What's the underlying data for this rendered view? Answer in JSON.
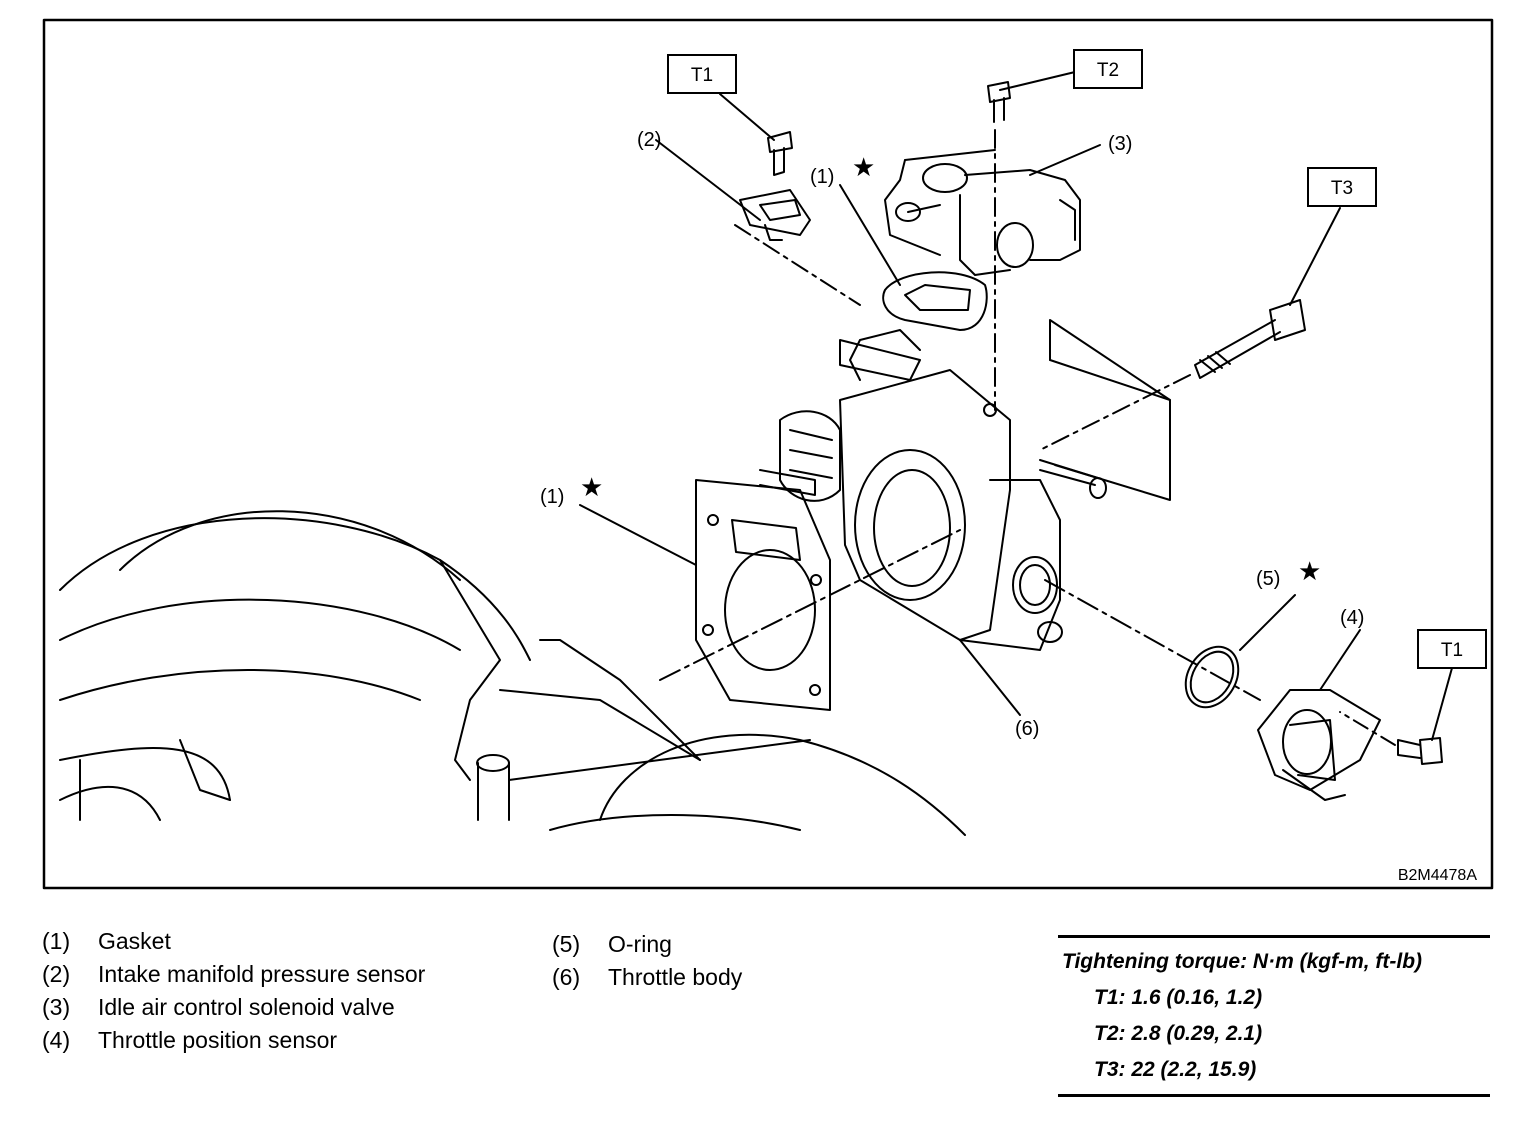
{
  "diagram": {
    "code": "B2M4478A",
    "callouts": {
      "gasket_top": "(1)",
      "gasket_left": "(1)",
      "sensor_map": "(2)",
      "iac_valve": "(3)",
      "tps": "(4)",
      "oring": "(5)",
      "throttle_body": "(6)"
    },
    "torque_boxes": {
      "t1_top": "T1",
      "t2": "T2",
      "t3": "T3",
      "t1_right": "T1"
    },
    "star_symbol": "★"
  },
  "legend": {
    "left": [
      {
        "num": "(1)",
        "label": "Gasket"
      },
      {
        "num": "(2)",
        "label": "Intake manifold pressure sensor"
      },
      {
        "num": "(3)",
        "label": "Idle air control solenoid valve"
      },
      {
        "num": "(4)",
        "label": "Throttle position sensor"
      }
    ],
    "right": [
      {
        "num": "(5)",
        "label": "O-ring"
      },
      {
        "num": "(6)",
        "label": "Throttle body"
      }
    ]
  },
  "torque": {
    "title": "Tightening torque: N·m (kgf-m, ft-lb)",
    "values": [
      "T1: 1.6 (0.16, 1.2)",
      "T2: 2.8 (0.29, 2.1)",
      "T3: 22 (2.2, 15.9)"
    ]
  }
}
